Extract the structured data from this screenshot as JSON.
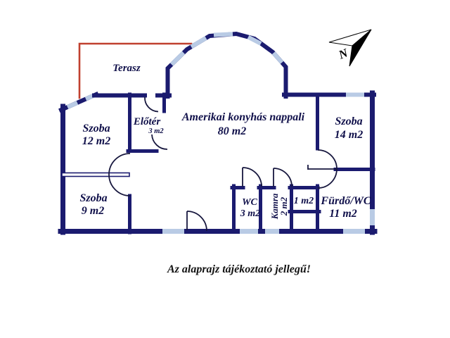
{
  "compass": {
    "label": "N"
  },
  "terrace": {
    "label": "Terasz"
  },
  "rooms": {
    "szoba12": {
      "name": "Szoba",
      "area": "12 m2"
    },
    "eloter": {
      "name": "Előtér",
      "area": "3 m2"
    },
    "nappali": {
      "name": "Amerikai konyhás nappali",
      "area": "80 m2"
    },
    "szoba14": {
      "name": "Szoba",
      "area": "14 m2"
    },
    "szoba9": {
      "name": "Szoba",
      "area": "9 m2"
    },
    "wc": {
      "name": "WC",
      "area": "3 m2"
    },
    "kamra": {
      "name": "Kamra",
      "area": "2 m2"
    },
    "tarolo": {
      "area": "1 m2"
    },
    "furdo": {
      "name": "Fürdő/WC",
      "area": "11 m2"
    }
  },
  "footer": {
    "disclaimer": "Az alaprajz tájékoztató jellegű!"
  },
  "colors": {
    "wall": "#1b1b6f",
    "window": "#b9cbe5",
    "terrace_outline": "#c0402f",
    "door_line": "#17173e",
    "label_text": "#10104a",
    "disclaimer_text": "#111111",
    "compass_fill": "#000000",
    "background": "#ffffff"
  }
}
